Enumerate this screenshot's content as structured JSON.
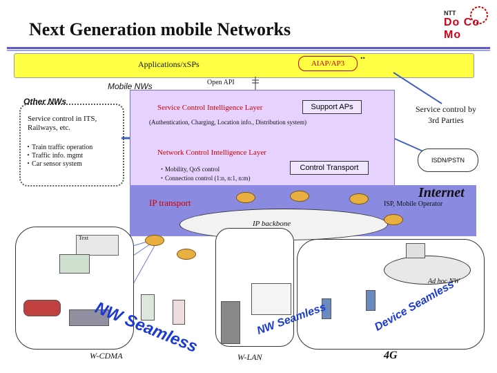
{
  "header": {
    "title": "Next Generation mobile Networks",
    "logo_text": "Do Co Mo",
    "logo_small": "NTT"
  },
  "applications": {
    "label": "Applications/xSPs",
    "aiap": "AIAP/AP3",
    "dots": "..",
    "open_api": "Open API"
  },
  "mobile_nws": {
    "label": "Mobile NWs",
    "service_control_layer": "Service Control Intelligence Layer",
    "support_aps": "Support APs",
    "auth_line": "(Authentication, Charging, Location info., Distribution system)",
    "network_control_layer": "Network Control Intelligence Layer",
    "control_transport": "Control Transport",
    "mobility": "・Mobility, QoS control",
    "connection": "・Connection control (1:n, n:1, n:m)"
  },
  "other_nws": {
    "label": "Other NWs",
    "service_control": "Service control in ITS, Railways, etc.",
    "bullets": [
      "・Train traffic operation",
      "・Traffic info. mgmt",
      "・Car sensor system"
    ]
  },
  "third_parties": {
    "text": "Service control by 3rd Parties"
  },
  "internet": {
    "label": "Internet",
    "isp": "ISP, Mobile Operator",
    "isdn": "ISDN/PSTN"
  },
  "transport": {
    "ip_transport": "IP transport",
    "ip_backbone": "IP backbone"
  },
  "access": {
    "text_label": "Text",
    "adhoc": "Ad hoc NW",
    "nw_seamless_1": "NW Seamless",
    "nw_seamless_2": "NW Seamless",
    "device_seamless": "Device Seamless",
    "wcdma": "W-CDMA",
    "wlan": "W-LAN",
    "g4": "4G"
  },
  "colors": {
    "title": "#111111",
    "accent_red": "#cc0000",
    "app_bar": "#ffff44",
    "mobile_box": "#e6d2ff",
    "internet": "#8a8ae0",
    "seamless_blue": "#1a3ad0"
  }
}
